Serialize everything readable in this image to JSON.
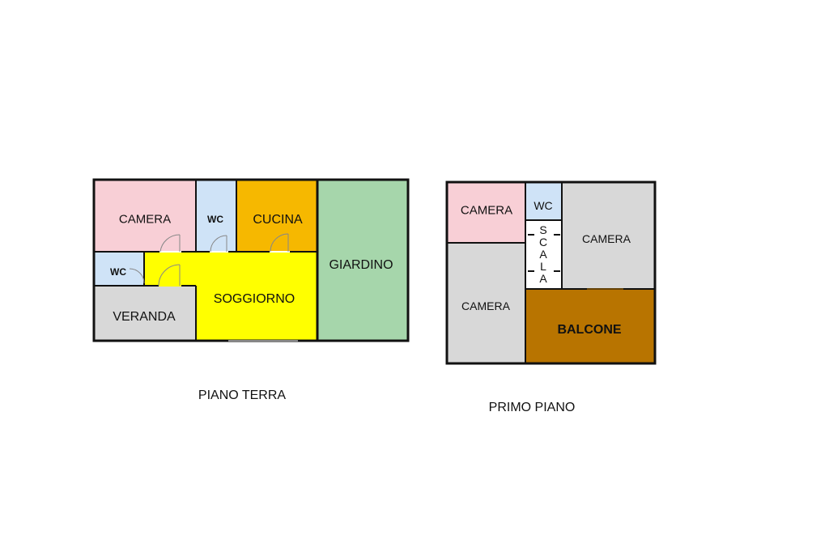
{
  "ground_floor": {
    "caption": "PIANO TERRA",
    "rooms": {
      "camera": "CAMERA",
      "wc_upper": "WC",
      "cucina": "CUCINA",
      "giardino": "GIARDINO",
      "wc_lower": "WC",
      "soggiorno": "SOGGIORNO",
      "veranda": "VERANDA"
    }
  },
  "first_floor": {
    "caption": "PRIMO PIANO",
    "rooms": {
      "camera_top_left": "CAMERA",
      "wc": "WC",
      "camera_right": "CAMERA",
      "camera_bottom_left": "CAMERA",
      "balcone": "BALCONE"
    },
    "stair_letters": [
      "S",
      "C",
      "A",
      "L",
      "A"
    ]
  },
  "colors": {
    "camera_pink": "#f8cfd6",
    "wc_blue": "#cfe3f7",
    "cucina_orange": "#f6b800",
    "giardino_green": "#a6d6ab",
    "soggiorno_yellow": "#ffff00",
    "grey_room": "#d8d8d8",
    "balcone_brown": "#b87400",
    "wall": "#111111"
  }
}
